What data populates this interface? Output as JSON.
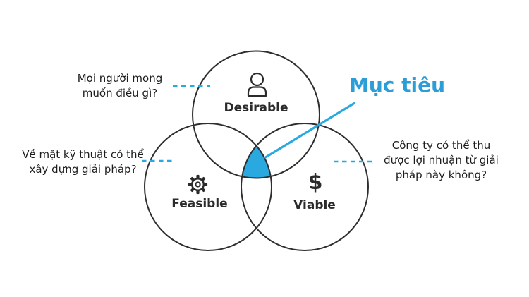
{
  "colors": {
    "accent_blue": "#29A9E0",
    "title_blue": "#2B9DD7",
    "outline_dark": "#2E2E2E",
    "text_dark": "#1C1C1C"
  },
  "goal": {
    "label": "Mục tiêu"
  },
  "venn": {
    "desirable": {
      "label": "Desirable",
      "icon": "person-icon"
    },
    "feasible": {
      "label": "Feasible",
      "icon": "gear-icon"
    },
    "viable": {
      "label": "Viable",
      "icon": "dollar-icon",
      "dollar_glyph": "$"
    }
  },
  "annotations": {
    "desirable": {
      "line1": "Mọi người mong",
      "line2": "muốn điều gì?"
    },
    "feasible": {
      "line1": "Về mặt kỹ thuật có thể",
      "line2": "xây dựng giải pháp?"
    },
    "viable": {
      "line1": "Công ty có thể thu",
      "line2": "được lợi nhuận từ giải",
      "line3": "pháp này không?"
    }
  }
}
